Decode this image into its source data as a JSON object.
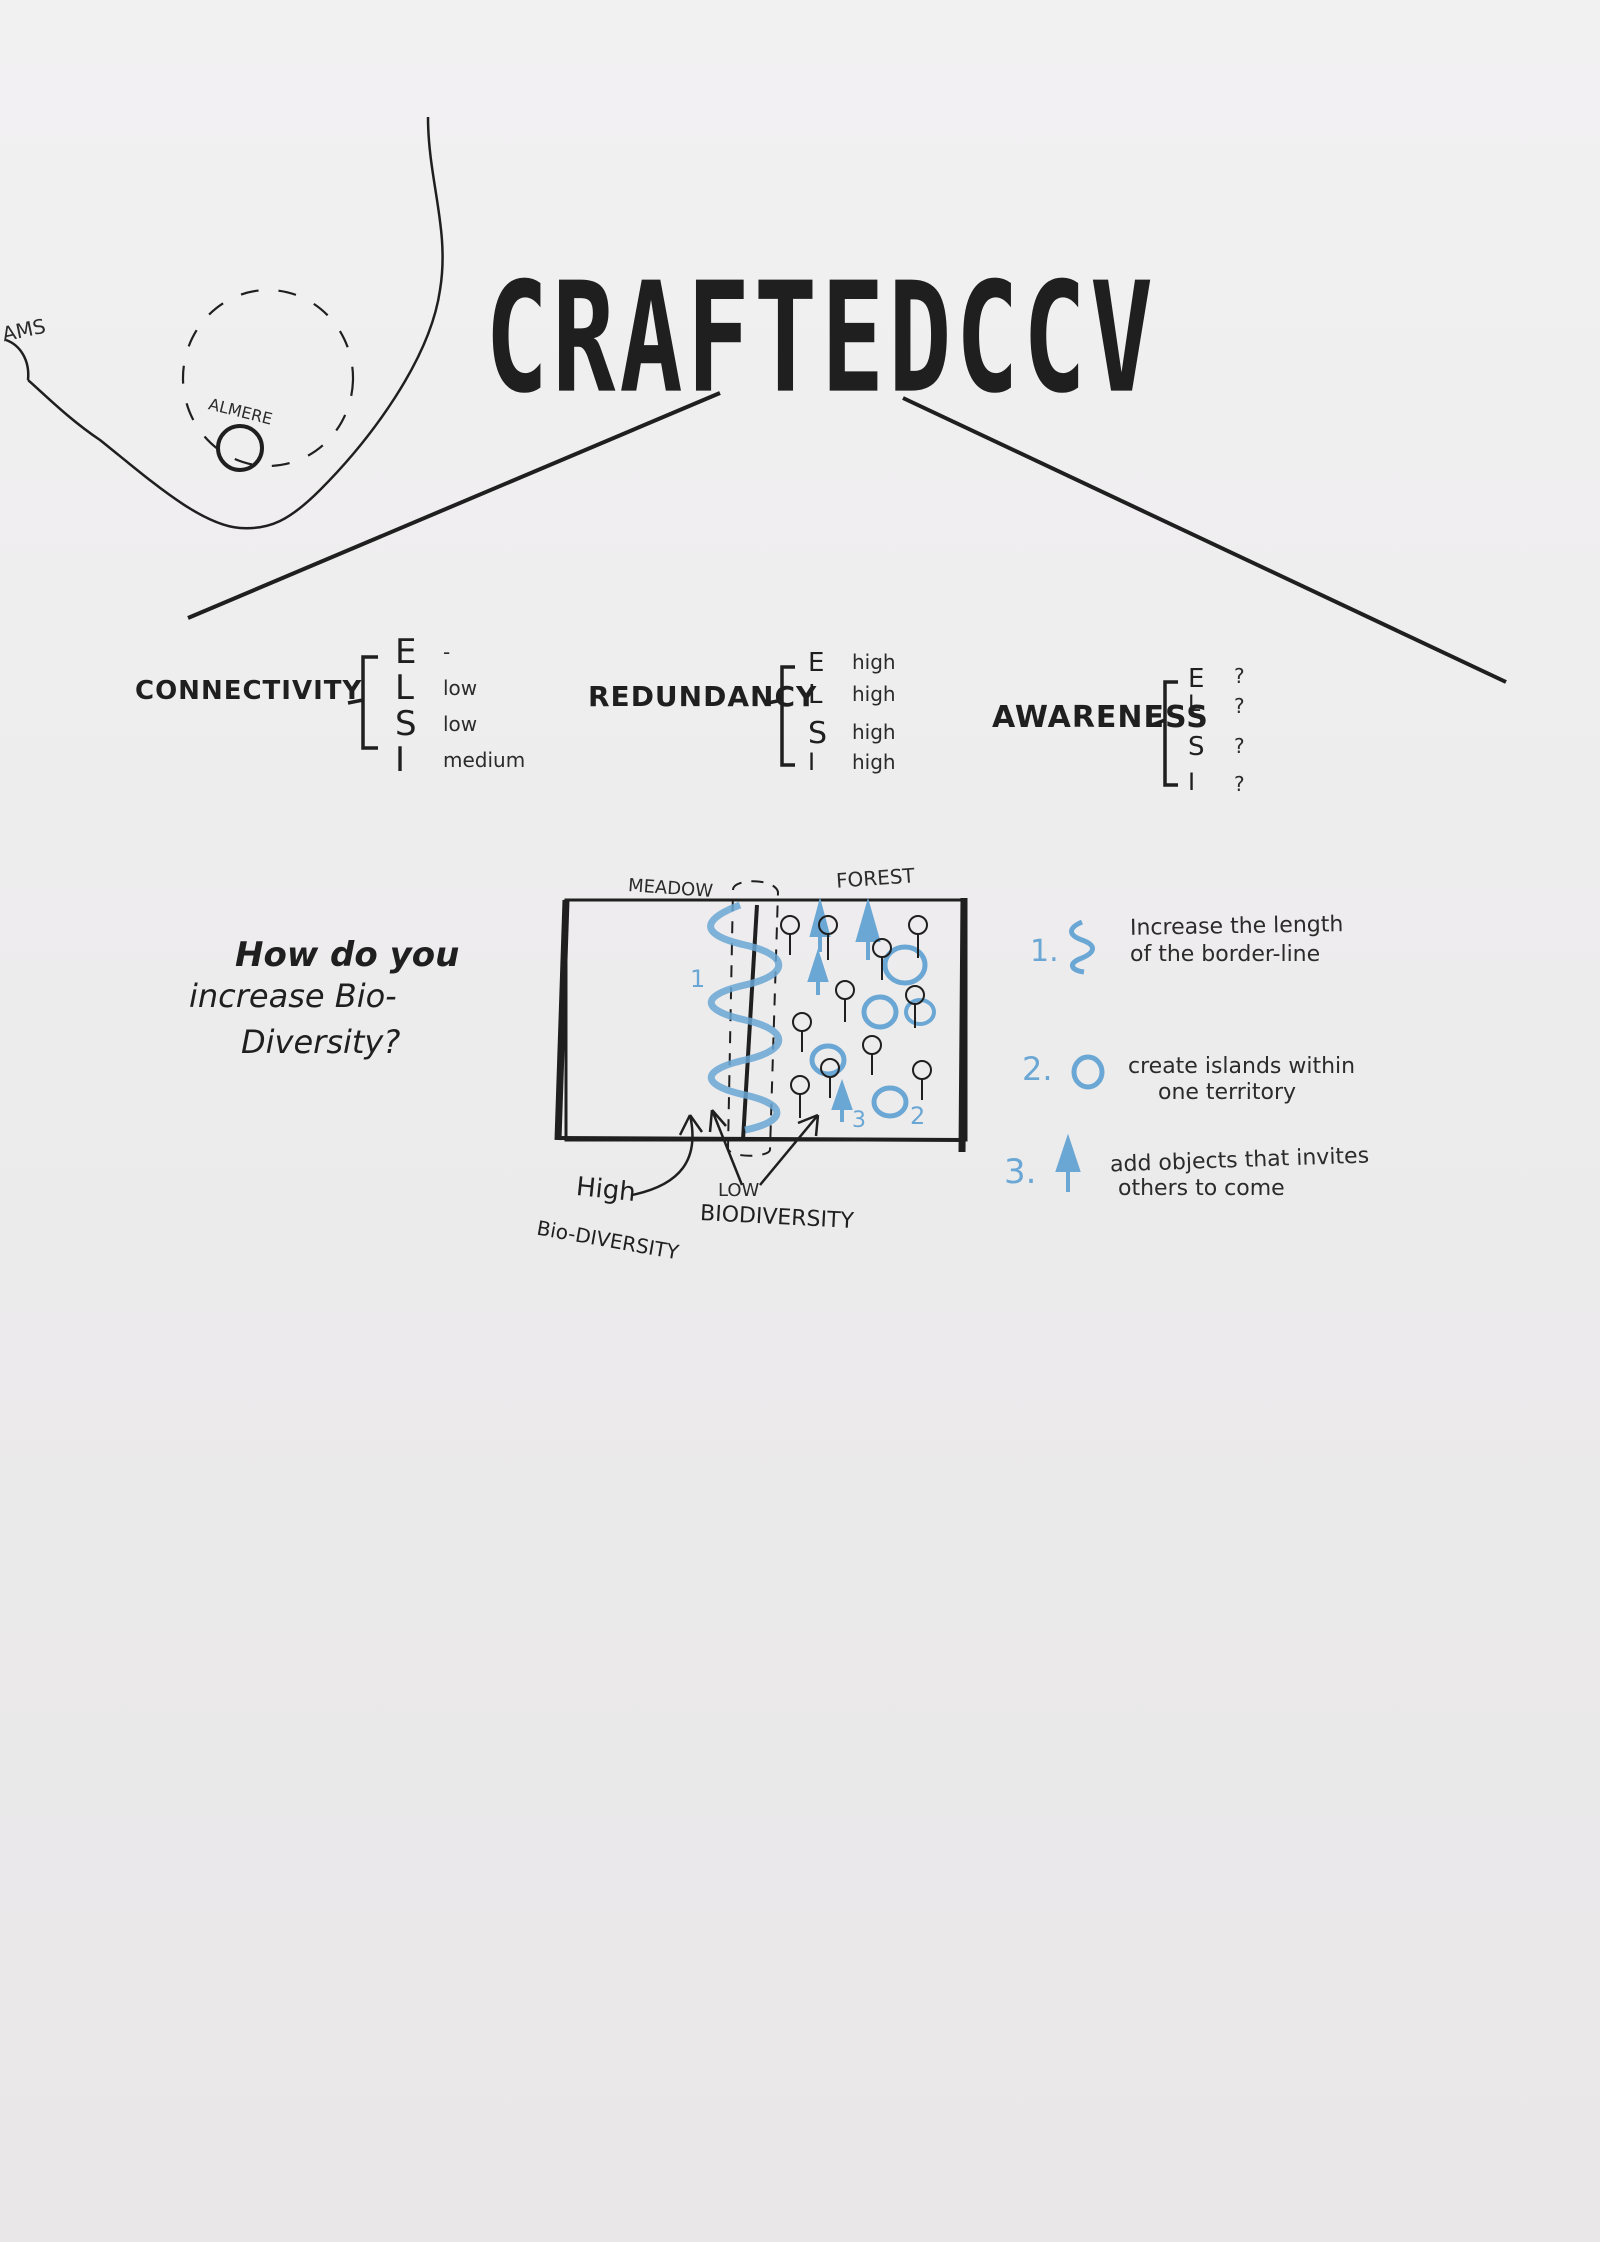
{
  "title": "CRAFTEDCCV",
  "map": {
    "label_ams": "AMS",
    "label_almere": "ALMERE"
  },
  "criteria": [
    {
      "name": "CONNECTIVITY",
      "rows": [
        {
          "letter": "E",
          "value": "-"
        },
        {
          "letter": "L",
          "value": "low"
        },
        {
          "letter": "S",
          "value": "low"
        },
        {
          "letter": "I",
          "value": "medium"
        }
      ]
    },
    {
      "name": "REDUNDANCY",
      "rows": [
        {
          "letter": "E",
          "value": "high"
        },
        {
          "letter": "L",
          "value": "high"
        },
        {
          "letter": "S",
          "value": "high"
        },
        {
          "letter": "I",
          "value": "high"
        }
      ]
    },
    {
      "name": "AWARENESS",
      "rows": [
        {
          "letter": "E",
          "value": "?"
        },
        {
          "letter": "L",
          "value": "?"
        },
        {
          "letter": "S",
          "value": "?"
        },
        {
          "letter": "I",
          "value": "?"
        }
      ]
    }
  ],
  "question": {
    "line1": "How do you",
    "line2": "increase Bio-",
    "line3": "Diversity?"
  },
  "diagram": {
    "meadow": "MEADOW",
    "forest": "FOREST",
    "high_line1": "High",
    "high_line2": "Bio-DIVERSITY",
    "low_line1": "LOW",
    "low_line2": "BIODIVERSITY",
    "mark_1": "1",
    "mark_2": "2",
    "mark_3": "3"
  },
  "steps": [
    {
      "number": "1.",
      "text1": "Increase the length",
      "text2": "of the border-line"
    },
    {
      "number": "2.",
      "text1": "create islands within",
      "text2": "one territory"
    },
    {
      "number": "3.",
      "text1": "add objects that invites",
      "text2": "others to come"
    }
  ],
  "colors": {
    "ink": "#1f1f1f",
    "blue": "#6aa7d4",
    "paper": "#efedee"
  }
}
